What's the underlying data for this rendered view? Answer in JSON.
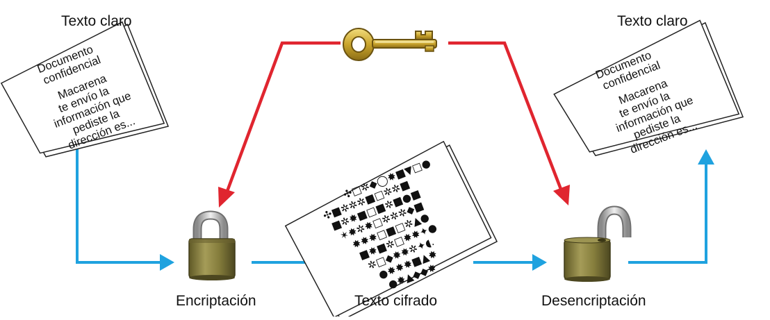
{
  "labels": {
    "plain_left": "Texto claro",
    "plain_right": "Texto claro",
    "encryption": "Encriptación",
    "cipher": "Texto cifrado",
    "decryption": "Desencriptación"
  },
  "document": {
    "lines": [
      "Documento",
      "confidencial",
      "Macarena",
      "te envío la",
      "información que",
      "pediste la",
      "dirección es..."
    ]
  },
  "cipher_rows": [
    "✣□✲◆◯✸■▼□●",
    "✣■✲✲✲■□✲✲■",
    "■✲✸■□■✲■●■",
    "✶✸✲✸□✲✲✲◆■",
    "✸✸✸□■□✲▲●",
    "■✸■✲□✸✸✦●",
    "✲□◆✸✸✲✦◖.",
    "●✸✸✸■▲✸",
    "●✸▲◆◆✸",
    "✸✸■✸◆"
  ],
  "colors": {
    "key_arrow": "#e0252f",
    "flow_arrow": "#1fa2df",
    "key": "#c9a42c",
    "lock_body": "#857d3c",
    "shackle": "#c4c4c4"
  },
  "icons": [
    "key-icon",
    "closed-padlock-icon",
    "open-padlock-icon",
    "document-icon"
  ]
}
